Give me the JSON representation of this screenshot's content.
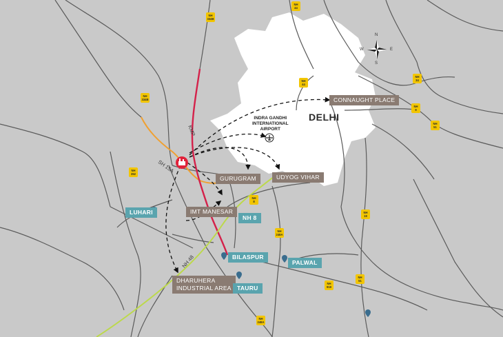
{
  "city": "DELHI",
  "airport": {
    "line1": "INDRA GANDHI",
    "line2": "INTERNATIONAL",
    "line3": "AIRPORT"
  },
  "compass": {
    "n": "N",
    "s": "S",
    "e": "E",
    "w": "W"
  },
  "locations": {
    "connaught": "CONNAUGHT PLACE",
    "gurugram": "GURUGRAM",
    "udyog": "UDYOG VIHAR",
    "imt": "IMT MANESAR",
    "dharuhera1": "DHARUHERA",
    "dharuhera2": "INDUSTRIAL AREA"
  },
  "pins": {
    "luhari": "LUHARI",
    "nh8": "NH 8",
    "bilaspur": "BILASPUR",
    "palwal": "PALWAL",
    "tauru": "TAURU"
  },
  "roads": {
    "kmp": "KMP",
    "sh15a": "SH 15A",
    "nh48": "NH 48"
  },
  "shields": {
    "s1": "NH\n334B",
    "s2": "NH\n44",
    "s3": "NH\n334B",
    "s4": "NH\n44",
    "s5": "NH\n34",
    "s6": "NH\n9",
    "s7": "NH\n51",
    "s8": "NH\n352",
    "s9": "NH\n8",
    "s10": "NH\n248A",
    "s11": "NH\n19",
    "s12": "NH\n919",
    "s13": "NH\n248A",
    "s14": "NH\n51"
  },
  "colors": {
    "background": "#c9c9c9",
    "delhi": "#ffffff",
    "roads": "#5a5a5a",
    "kmp": "#d4214a",
    "sh15a": "#f0a030",
    "nh48": "#bcd94a",
    "location_box": "#8a7b72",
    "pin_box": "#5aa4ae",
    "shield": "#f2c500"
  }
}
